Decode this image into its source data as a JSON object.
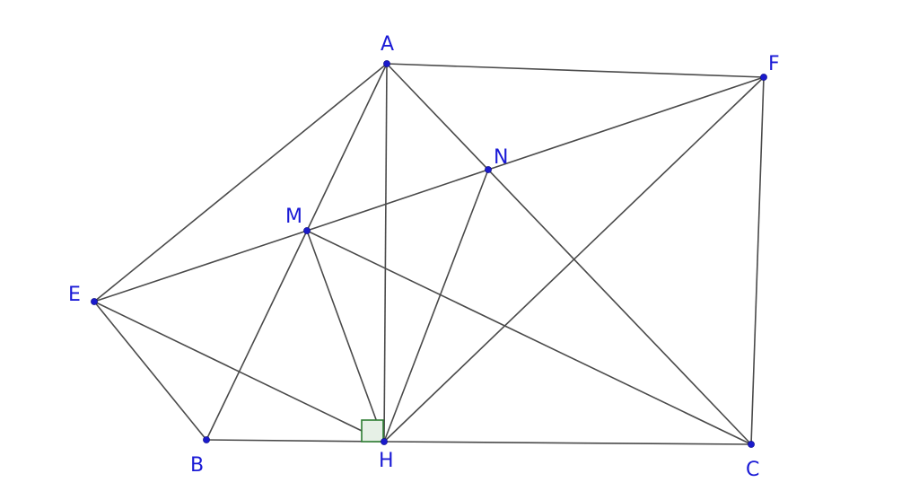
{
  "points": {
    "A": {
      "label": "A"
    },
    "B": {
      "label": "B"
    },
    "C": {
      "label": "C"
    },
    "E": {
      "label": "E"
    },
    "F": {
      "label": "F"
    },
    "H": {
      "label": "H"
    },
    "M": {
      "label": "M"
    },
    "N": {
      "label": "N"
    }
  },
  "segments": [
    [
      "A",
      "E"
    ],
    [
      "A",
      "F"
    ],
    [
      "A",
      "M"
    ],
    [
      "A",
      "H"
    ],
    [
      "A",
      "C"
    ],
    [
      "E",
      "B"
    ],
    [
      "E",
      "H"
    ],
    [
      "E",
      "M"
    ],
    [
      "M",
      "N"
    ],
    [
      "N",
      "F"
    ],
    [
      "M",
      "B"
    ],
    [
      "M",
      "H"
    ],
    [
      "M",
      "C"
    ],
    [
      "N",
      "H"
    ],
    [
      "F",
      "H"
    ],
    [
      "F",
      "C"
    ],
    [
      "B",
      "H"
    ],
    [
      "H",
      "C"
    ]
  ],
  "right_angle_at": "H",
  "colors": {
    "lines": "#4a4a4a",
    "points": "#1a1acc",
    "labels": "#1a1ad6",
    "right_angle_marker": "#2e7d32"
  }
}
